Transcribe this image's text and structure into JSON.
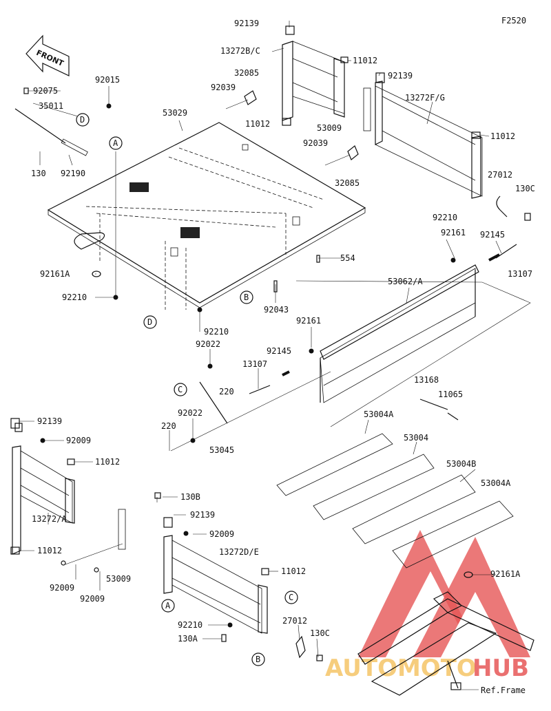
{
  "figure_id": "F2520",
  "front_badge": "FRONT",
  "watermark": {
    "text_left": "AUTOMOTO",
    "text_right": "HUB",
    "color": "#e23a3a",
    "accent": "#f2b035"
  },
  "labels": [
    {
      "id": "l92139a",
      "text": "92139"
    },
    {
      "id": "l13272bc",
      "text": "13272B/C"
    },
    {
      "id": "l11012a",
      "text": "11012"
    },
    {
      "id": "l32085a",
      "text": "32085"
    },
    {
      "id": "l92039a",
      "text": "92039"
    },
    {
      "id": "l11012b",
      "text": "11012"
    },
    {
      "id": "l92139b",
      "text": "92139"
    },
    {
      "id": "l13272fg",
      "text": "13272F/G"
    },
    {
      "id": "l53009a",
      "text": "53009"
    },
    {
      "id": "l92039b",
      "text": "92039"
    },
    {
      "id": "l11012c",
      "text": "11012"
    },
    {
      "id": "l32085b",
      "text": "32085"
    },
    {
      "id": "l27012a",
      "text": "27012"
    },
    {
      "id": "l130ca",
      "text": "130C"
    },
    {
      "id": "l92210a",
      "text": "92210"
    },
    {
      "id": "l92075",
      "text": "92075"
    },
    {
      "id": "l92015",
      "text": "92015"
    },
    {
      "id": "l35011",
      "text": "35011"
    },
    {
      "id": "l53029",
      "text": "53029"
    },
    {
      "id": "l130",
      "text": "130"
    },
    {
      "id": "l92190",
      "text": "92190"
    },
    {
      "id": "l92161aA",
      "text": "92161A"
    },
    {
      "id": "l92210b",
      "text": "92210"
    },
    {
      "id": "l554",
      "text": "554"
    },
    {
      "id": "l92043",
      "text": "92043"
    },
    {
      "id": "l92210c",
      "text": "92210"
    },
    {
      "id": "l92161a",
      "text": "92161"
    },
    {
      "id": "l92145a",
      "text": "92145"
    },
    {
      "id": "l13107a",
      "text": "13107"
    },
    {
      "id": "l53062a",
      "text": "53062/A"
    },
    {
      "id": "l92161b",
      "text": "92161"
    },
    {
      "id": "l92022a",
      "text": "92022"
    },
    {
      "id": "l92145b",
      "text": "92145"
    },
    {
      "id": "l13107b",
      "text": "13107"
    },
    {
      "id": "l220a",
      "text": "220"
    },
    {
      "id": "l13168",
      "text": "13168"
    },
    {
      "id": "l11065",
      "text": "11065"
    },
    {
      "id": "l92022b",
      "text": "92022"
    },
    {
      "id": "l220b",
      "text": "220"
    },
    {
      "id": "l53045",
      "text": "53045"
    },
    {
      "id": "l53004Aa",
      "text": "53004A"
    },
    {
      "id": "l53004",
      "text": "53004"
    },
    {
      "id": "l53004B",
      "text": "53004B"
    },
    {
      "id": "l53004Ab",
      "text": "53004A"
    },
    {
      "id": "l92139c",
      "text": "92139"
    },
    {
      "id": "l92009a",
      "text": "92009"
    },
    {
      "id": "l11012d",
      "text": "11012"
    },
    {
      "id": "l13272a",
      "text": "13272/A"
    },
    {
      "id": "l11012e",
      "text": "11012"
    },
    {
      "id": "l92009b",
      "text": "92009"
    },
    {
      "id": "l92009c",
      "text": "92009"
    },
    {
      "id": "l53009b",
      "text": "53009"
    },
    {
      "id": "l130B",
      "text": "130B"
    },
    {
      "id": "l92139d",
      "text": "92139"
    },
    {
      "id": "l92009d",
      "text": "92009"
    },
    {
      "id": "l13272de",
      "text": "13272D/E"
    },
    {
      "id": "l11012f",
      "text": "11012"
    },
    {
      "id": "l92161A2",
      "text": "92161A"
    },
    {
      "id": "l92210d",
      "text": "92210"
    },
    {
      "id": "l130A",
      "text": "130A"
    },
    {
      "id": "l27012b",
      "text": "27012"
    },
    {
      "id": "l130cb",
      "text": "130C"
    },
    {
      "id": "lref",
      "text": "Ref.Frame"
    }
  ],
  "callouts": [
    {
      "id": "cD1",
      "text": "D"
    },
    {
      "id": "cA1",
      "text": "A"
    },
    {
      "id": "cB1",
      "text": "B"
    },
    {
      "id": "cD2",
      "text": "D"
    },
    {
      "id": "cC1",
      "text": "C"
    },
    {
      "id": "cA2",
      "text": "A"
    },
    {
      "id": "cC2",
      "text": "C"
    },
    {
      "id": "cB2",
      "text": "B"
    }
  ]
}
